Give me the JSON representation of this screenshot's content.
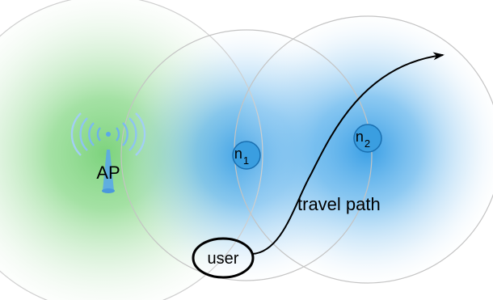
{
  "labels": {
    "ap": "AP",
    "user": "user",
    "travel_path": "travel path",
    "node1_base": "n",
    "node1_sub": "1",
    "node2_base": "n",
    "node2_sub": "2"
  },
  "colors": {
    "ap_zone": "#8fd88f",
    "node_zone": "#3ea0e6",
    "node_fill": "#3a9ee0",
    "node_stroke": "#1a6fb0",
    "ap_icon": "#5aa8e8",
    "circle_outline": "#c8c8c8",
    "path": "#000000"
  },
  "icon_names": {
    "ap": "wireless-access-point-icon",
    "arrow": "arrowhead-icon"
  }
}
